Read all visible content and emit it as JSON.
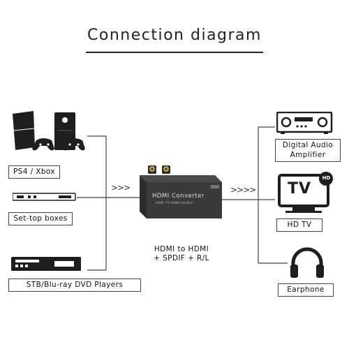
{
  "title": "Connection diagram",
  "inputs": [
    {
      "label": "PS4 / Xbox"
    },
    {
      "label": "Set-top boxes"
    },
    {
      "label": "STB/Blu-ray DVD Players"
    }
  ],
  "outputs": [
    {
      "label_line1": "Digital Audio",
      "label_line2": "Amplifier"
    },
    {
      "label": "HD TV"
    },
    {
      "label": "Earphone"
    }
  ],
  "converter": {
    "face_title": "HDMI Converter",
    "face_subtitle": "HDMI TO HDMI+AUDIO",
    "brand": "",
    "caption_line1": "HDMI to HDMI",
    "caption_line2": "+ SPDIF + R/L"
  },
  "tv_badge": "HD",
  "tv_text": "TV",
  "arrows_left": ">>>",
  "arrows_right": ">>>>",
  "colors": {
    "line": "#444444",
    "device": "#1e1e1e",
    "box": "#3a3a3a"
  }
}
